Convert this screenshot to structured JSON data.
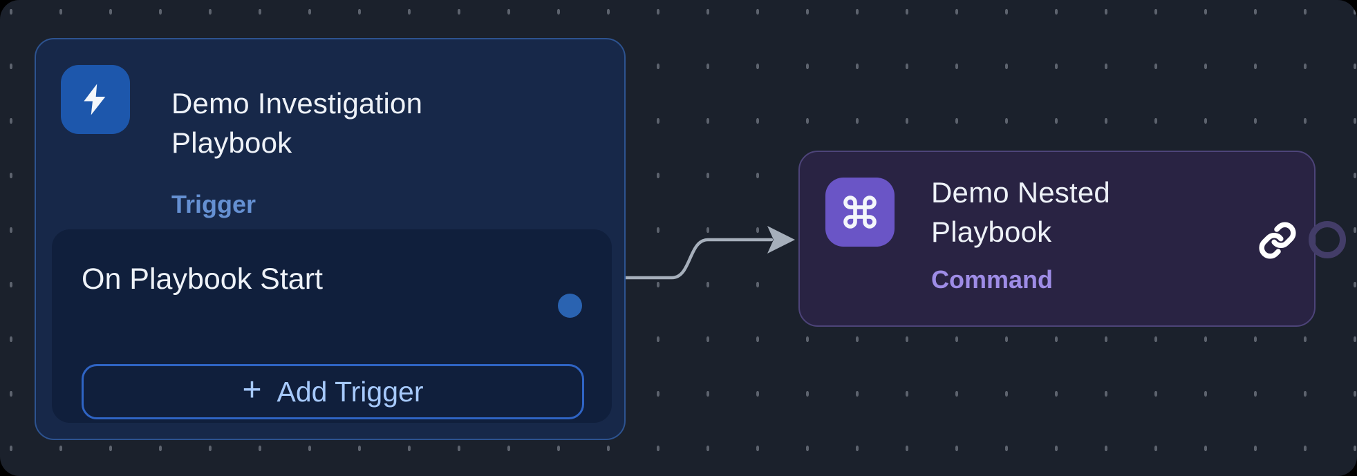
{
  "canvas": {
    "background_color": "#1b212c",
    "dot_color": "#5d636e"
  },
  "trigger_node": {
    "title": "Demo Investigation Playbook",
    "type_label": "Trigger",
    "icon": "lightning-bolt",
    "icon_bg_color": "#1d57ac",
    "border_color": "#2d5390",
    "fill_color": "#172849",
    "type_label_color": "#6590d2",
    "row": {
      "label": "On Playbook Start",
      "port_color": "#2a63b1"
    },
    "add_button": {
      "plus": "+",
      "label": "Add Trigger",
      "border_color": "#2f64c4",
      "text_color": "#a6c9fb"
    }
  },
  "command_node": {
    "title": "Demo Nested Playbook",
    "type_label": "Command",
    "icon": "command-symbol",
    "icon_bg_color": "#6a55c6",
    "border_color": "#4d4479",
    "fill_color": "#292343",
    "type_label_color": "#9e8ce6",
    "link_icon": "chain-link",
    "output_ring_color": "#433d68"
  },
  "edge": {
    "from": "On Playbook Start port",
    "to": "Demo Nested Playbook",
    "color": "#a6afbb"
  }
}
